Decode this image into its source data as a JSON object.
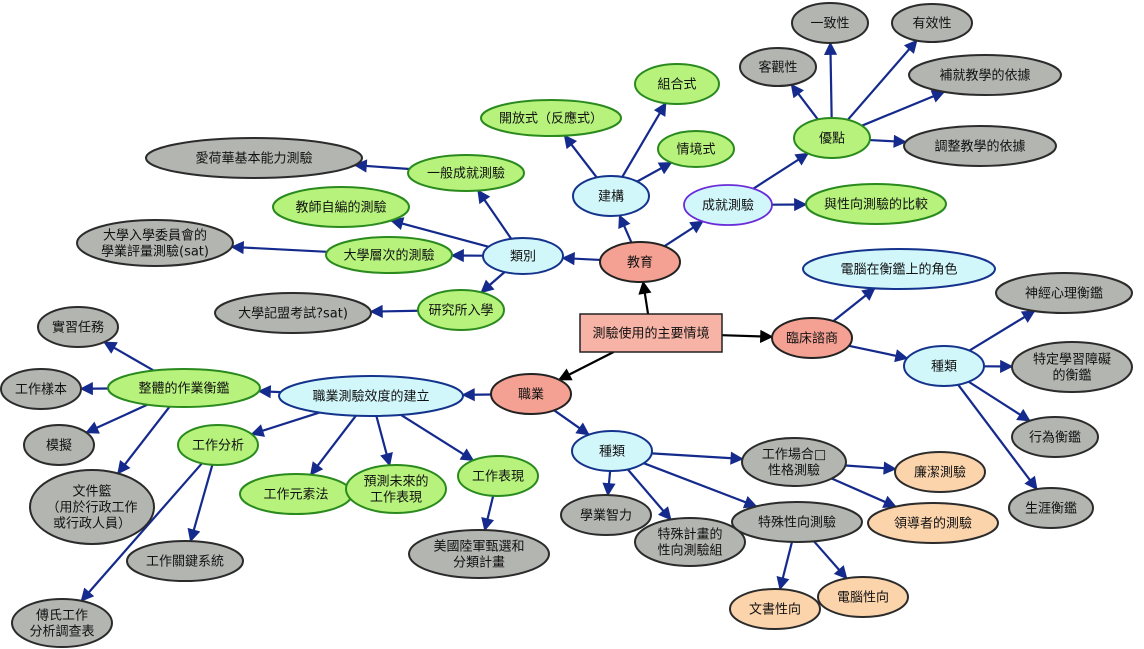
{
  "colors": {
    "edge": "#142a8c",
    "center_edge": "#000000",
    "root_fill": "#f7b3a6",
    "category_fill": "#f4a193",
    "blue_fill": "#d2f7fb",
    "blue_stroke": "#14338c",
    "green_fill": "#b6f27c",
    "green_stroke": "#2a8a1e",
    "gray_fill": "#b3b5b1",
    "gray_stroke": "#2b2b2b",
    "peach_fill": "#fcd4ac",
    "purple_stroke": "#6a2bd8"
  },
  "nodes": {
    "center": {
      "lines": [
        "測驗使用的主要情境"
      ]
    },
    "edu": {
      "lines": [
        "教育"
      ]
    },
    "job": {
      "lines": [
        "職業"
      ]
    },
    "clin": {
      "lines": [
        "臨床諮商"
      ]
    },
    "edu_type": {
      "lines": [
        "類別"
      ]
    },
    "edu_construct": {
      "lines": [
        "建構"
      ]
    },
    "edu_achieve": {
      "lines": [
        "成就測驗"
      ]
    },
    "general_ach": {
      "lines": [
        "一般成就測驗"
      ]
    },
    "teacher_made": {
      "lines": [
        "教師自編的測驗"
      ]
    },
    "college_level": {
      "lines": [
        "大學層次的測驗"
      ]
    },
    "grad_admit": {
      "lines": [
        "研究所入學"
      ]
    },
    "iowa": {
      "lines": [
        "愛荷華基本能力測驗"
      ]
    },
    "sat": {
      "lines": [
        "大學入學委員會的",
        "學業評量測驗(sat)"
      ]
    },
    "gre": {
      "lines": [
        "大學記盟考試?sat)"
      ]
    },
    "open": {
      "lines": [
        "開放式（反應式）"
      ]
    },
    "combo": {
      "lines": [
        "組合式"
      ]
    },
    "context": {
      "lines": [
        "情境式"
      ]
    },
    "merit": {
      "lines": [
        "優點"
      ]
    },
    "compare": {
      "lines": [
        "與性向測驗的比較"
      ]
    },
    "consistency": {
      "lines": [
        "一致性"
      ]
    },
    "validity": {
      "lines": [
        "有效性"
      ]
    },
    "objectivity": {
      "lines": [
        "客觀性"
      ]
    },
    "remedial": {
      "lines": [
        "補就教學的依據"
      ]
    },
    "adjust": {
      "lines": [
        "調整教學的依據"
      ]
    },
    "computer_role": {
      "lines": [
        "電腦在衡鑑上的角色"
      ]
    },
    "clin_type": {
      "lines": [
        "種類"
      ]
    },
    "neuro": {
      "lines": [
        "神經心理衡鑑"
      ]
    },
    "ld": {
      "lines": [
        "特定學習障礙",
        "的衡鑑"
      ]
    },
    "behavior": {
      "lines": [
        "行為衡鑑"
      ]
    },
    "career": {
      "lines": [
        "生涯衡鑑"
      ]
    },
    "job_validity": {
      "lines": [
        "職業測驗效度的建立"
      ]
    },
    "job_type": {
      "lines": [
        "種類"
      ]
    },
    "whole_task": {
      "lines": [
        "整體的作業衡鑑"
      ]
    },
    "job_analysis": {
      "lines": [
        "工作分析"
      ]
    },
    "job_element": {
      "lines": [
        "工作元素法"
      ]
    },
    "predict": {
      "lines": [
        "預測未來的",
        "工作表現"
      ]
    },
    "performance": {
      "lines": [
        "工作表現"
      ]
    },
    "internship": {
      "lines": [
        "實習任務"
      ]
    },
    "work_sample": {
      "lines": [
        "工作樣本"
      ]
    },
    "simulation": {
      "lines": [
        "模擬"
      ]
    },
    "in_basket": {
      "lines": [
        "文件籃",
        "（用於行政工作",
        "或行政人員）"
      ]
    },
    "critical": {
      "lines": [
        "工作關鍵系統"
      ]
    },
    "fleishman": {
      "lines": [
        "傅氏工作",
        "分析調查表"
      ]
    },
    "army": {
      "lines": [
        "美國陸軍甄選和",
        "分類計畫"
      ]
    },
    "academic": {
      "lines": [
        "學業智力"
      ]
    },
    "special_battery": {
      "lines": [
        "特殊計畫的",
        "性向測驗組"
      ]
    },
    "special_aptitude": {
      "lines": [
        "特殊性向測驗"
      ]
    },
    "personality": {
      "lines": [
        "工作場合□",
        "性格測驗"
      ]
    },
    "integrity": {
      "lines": [
        "廉潔測驗"
      ]
    },
    "leader": {
      "lines": [
        "領導者的測驗"
      ]
    },
    "clerical": {
      "lines": [
        "文書性向"
      ]
    },
    "computer_apt": {
      "lines": [
        "電腦性向"
      ]
    }
  }
}
